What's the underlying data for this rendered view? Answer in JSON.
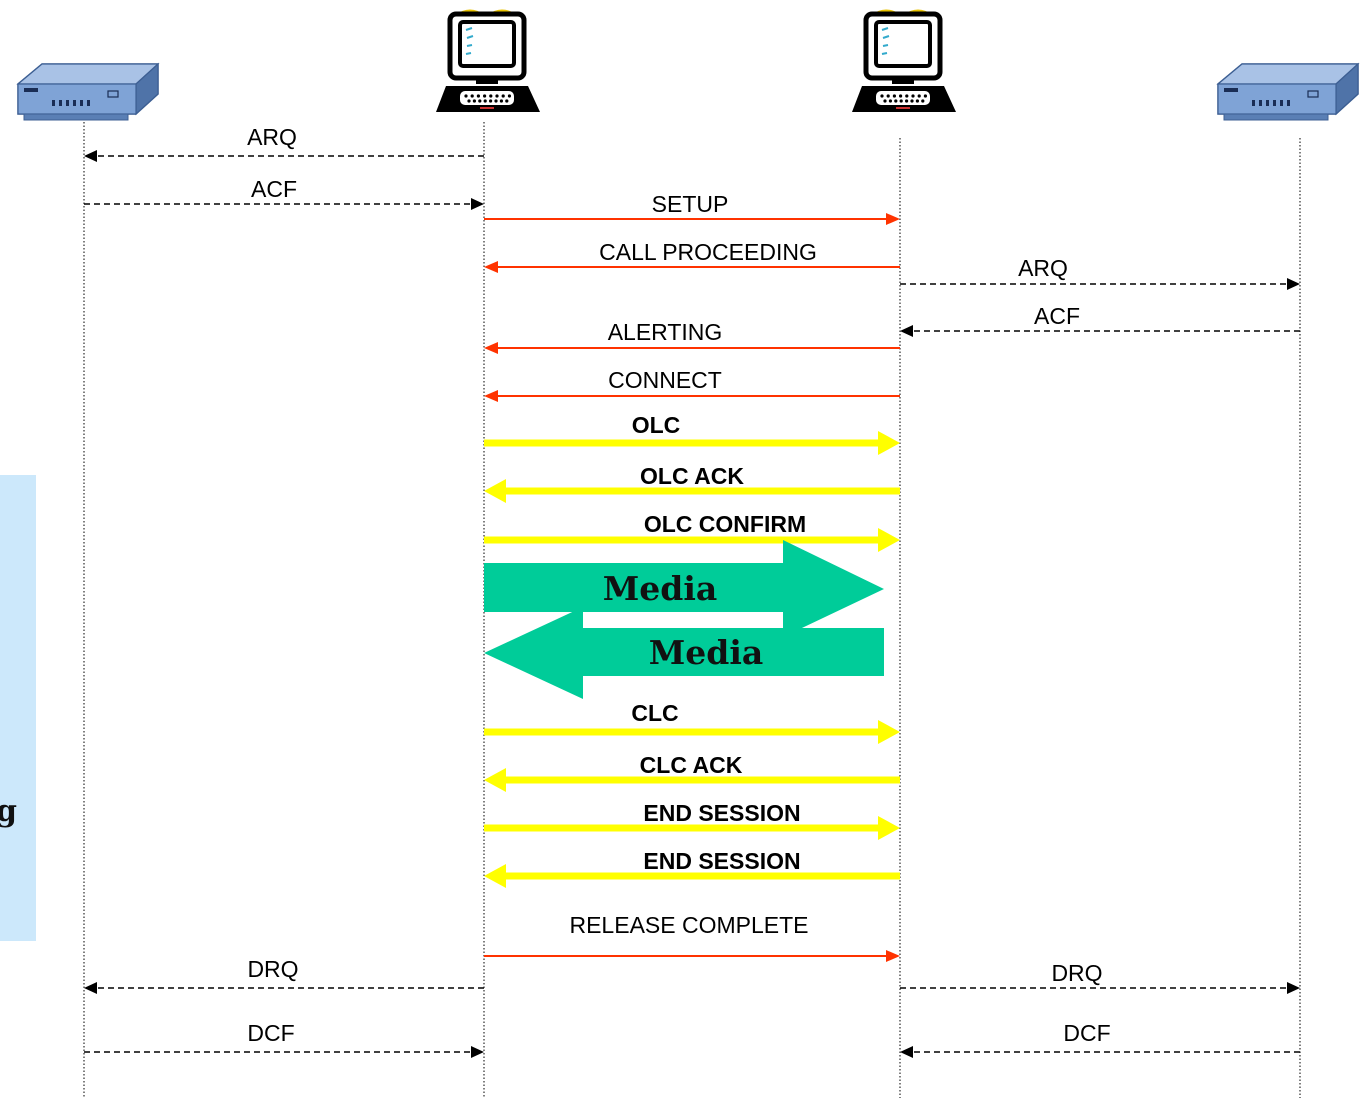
{
  "entities": [
    {
      "type": "server",
      "icon": "gatekeeper-server-icon"
    },
    {
      "type": "terminal",
      "icon": "computer-terminal-icon"
    },
    {
      "type": "terminal",
      "icon": "computer-terminal-icon"
    },
    {
      "type": "server",
      "icon": "gatekeeper-server-icon"
    }
  ],
  "colors": {
    "ras": "#000000",
    "q931": "#ff3300",
    "h245": "#ffff00",
    "media": "#00cc99"
  },
  "messages": [
    {
      "label": "ARQ",
      "from": 1,
      "to": 0,
      "style": "dashed"
    },
    {
      "label": "ACF",
      "from": 0,
      "to": 1,
      "style": "dashed"
    },
    {
      "label": "SETUP",
      "from": 1,
      "to": 2,
      "style": "solid-red"
    },
    {
      "label": "CALL PROCEEDING",
      "from": 2,
      "to": 1,
      "style": "solid-red"
    },
    {
      "label": "ARQ",
      "from": 2,
      "to": 3,
      "style": "dashed"
    },
    {
      "label": "ACF",
      "from": 3,
      "to": 2,
      "style": "dashed"
    },
    {
      "label": "ALERTING",
      "from": 2,
      "to": 1,
      "style": "solid-red"
    },
    {
      "label": "CONNECT",
      "from": 2,
      "to": 1,
      "style": "solid-red"
    },
    {
      "label": "OLC",
      "from": 1,
      "to": 2,
      "style": "thick-yellow"
    },
    {
      "label": "OLC ACK",
      "from": 2,
      "to": 1,
      "style": "thick-yellow"
    },
    {
      "label": "OLC CONFIRM",
      "from": 1,
      "to": 2,
      "style": "thick-yellow"
    },
    {
      "label": "CLC",
      "from": 1,
      "to": 2,
      "style": "thick-yellow"
    },
    {
      "label": "CLC ACK",
      "from": 2,
      "to": 1,
      "style": "thick-yellow"
    },
    {
      "label": "END SESSION",
      "from": 1,
      "to": 2,
      "style": "thick-yellow"
    },
    {
      "label": "END SESSION",
      "from": 2,
      "to": 1,
      "style": "thick-yellow"
    },
    {
      "label": "RELEASE COMPLETE",
      "from": 1,
      "to": 2,
      "style": "solid-red"
    },
    {
      "label": "DRQ",
      "from": 1,
      "to": 0,
      "style": "dashed"
    },
    {
      "label": "DRQ",
      "from": 2,
      "to": 3,
      "style": "dashed"
    },
    {
      "label": "DCF",
      "from": 0,
      "to": 1,
      "style": "dashed"
    },
    {
      "label": "DCF",
      "from": 3,
      "to": 2,
      "style": "dashed"
    }
  ],
  "media": [
    {
      "label": "Media",
      "direction": "right"
    },
    {
      "label": "Media",
      "direction": "left"
    }
  ],
  "side_panel_text": "g"
}
